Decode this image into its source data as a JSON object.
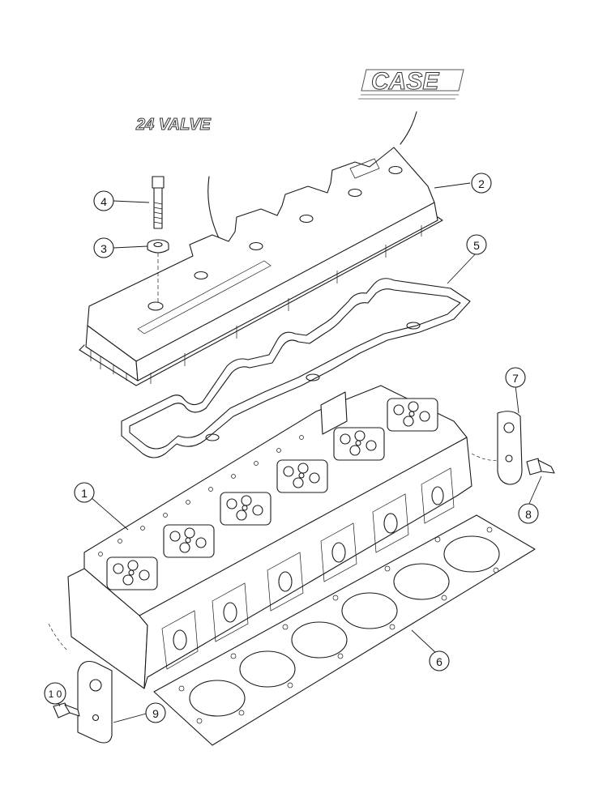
{
  "decals": {
    "brand": "CASE",
    "valve_label": "24 VALVE"
  },
  "callouts": [
    {
      "id": "1",
      "label": "1"
    },
    {
      "id": "2",
      "label": "2"
    },
    {
      "id": "3",
      "label": "3"
    },
    {
      "id": "4",
      "label": "4"
    },
    {
      "id": "5",
      "label": "5"
    },
    {
      "id": "6",
      "label": "6"
    },
    {
      "id": "7",
      "label": "7"
    },
    {
      "id": "8",
      "label": "8"
    },
    {
      "id": "9",
      "label": "9"
    },
    {
      "id": "10",
      "label": "1 0"
    }
  ]
}
